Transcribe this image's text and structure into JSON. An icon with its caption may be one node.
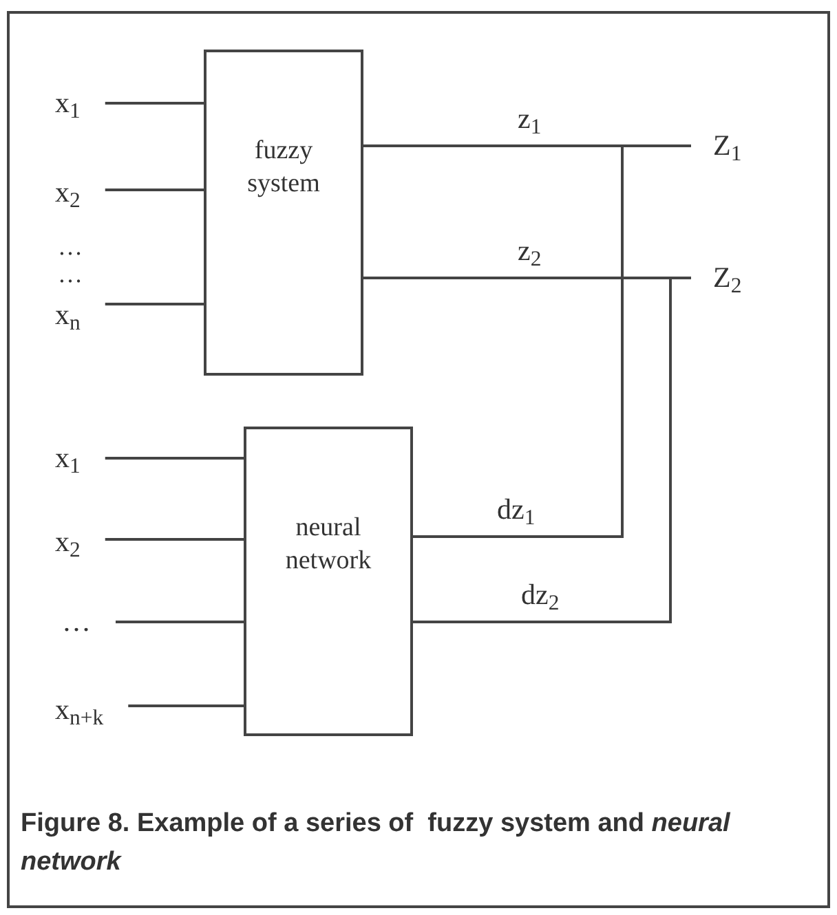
{
  "diagram": {
    "caption": "Figure 8. Example of a series of  fuzzy system and *neural network*",
    "nodes": [
      {
        "text": [
          "x$_{1}$"
        ]
      },
      {
        "text": [
          "x$_{2}$"
        ]
      },
      {
        "text": [
          "x$_{n}$"
        ]
      },
      {
        "text": [
          "fuzzy system"
        ]
      },
      {
        "text": [
          "Z$_{1}$"
        ]
      },
      {
        "text": [
          "Z$_{2}$"
        ]
      },
      {
        "text": [
          "x$_{1}$"
        ]
      },
      {
        "text": [
          "x$_{2}$"
        ]
      },
      {
        "text": [
          "…"
        ]
      },
      {
        "text": [
          "x$_{n+k}$"
        ]
      },
      {
        "text": [
          "neural network"
        ]
      }
    ],
    "edges": [
      {
        "from": 0,
        "to": 3,
        "arrow": "none"
      },
      {
        "from": 1,
        "to": 3,
        "arrow": "none"
      },
      {
        "from": 2,
        "to": 3,
        "arrow": "none"
      },
      {
        "from": 3,
        "to": 4,
        "arrow": "none",
        "label": "z$_{1}$"
      },
      {
        "from": 3,
        "to": 5,
        "arrow": "none",
        "label": "z$_{2}$"
      },
      {
        "from": 6,
        "to": 10,
        "arrow": "none"
      },
      {
        "from": 7,
        "to": 10,
        "arrow": "none"
      },
      {
        "from": 8,
        "to": 10,
        "arrow": "none"
      },
      {
        "from": 9,
        "to": 10,
        "arrow": "none"
      },
      {
        "from": 10,
        "to": 4,
        "arrow": "none",
        "label": "dz$_{1}$"
      },
      {
        "from": 10,
        "to": 5,
        "arrow": "none",
        "label": "dz$_{2}$"
      }
    ],
    "labels": [
      "…",
      "…"
    ]
  }
}
